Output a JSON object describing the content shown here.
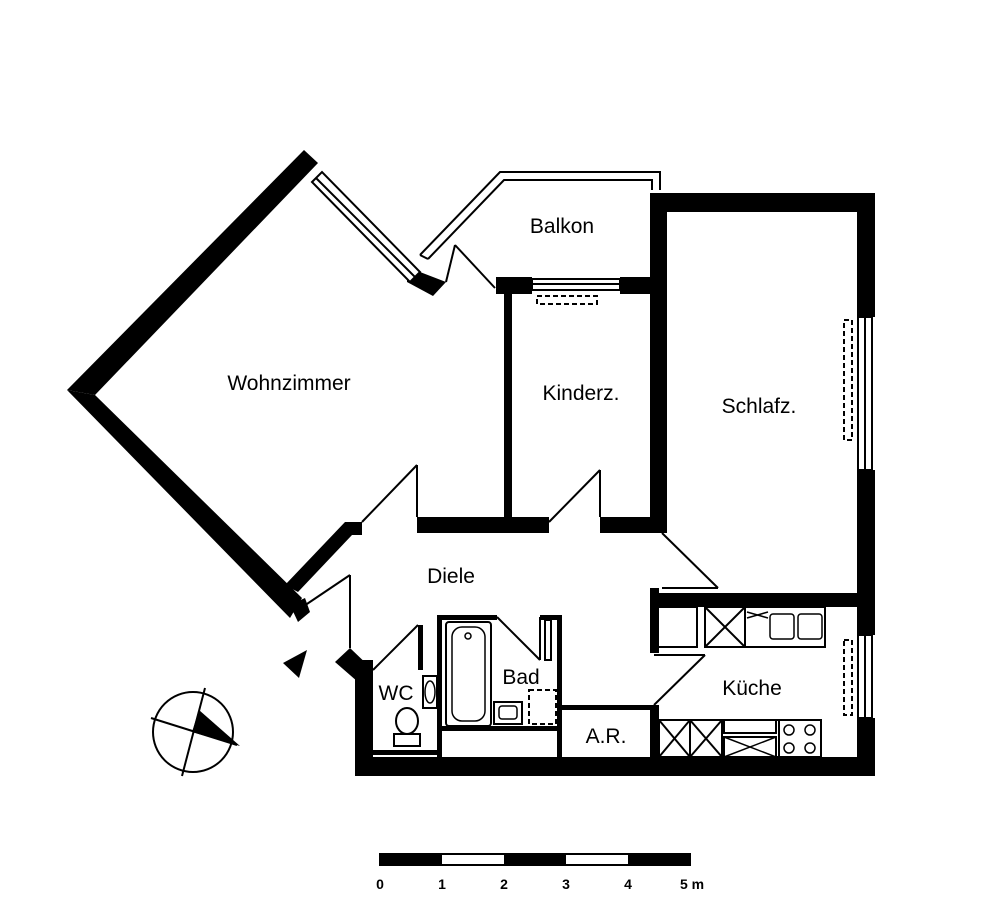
{
  "plan": {
    "rooms": {
      "wohnzimmer": "Wohnzimmer",
      "balkon": "Balkon",
      "kinderzimmer": "Kinderz.",
      "schlafzimmer": "Schlafz.",
      "diele": "Diele",
      "wc": "WC",
      "bad": "Bad",
      "kueche": "Küche",
      "abstellraum": "A.R."
    },
    "scale_bar": {
      "ticks": [
        "0",
        "1",
        "2",
        "3",
        "4",
        "5 m"
      ]
    }
  }
}
